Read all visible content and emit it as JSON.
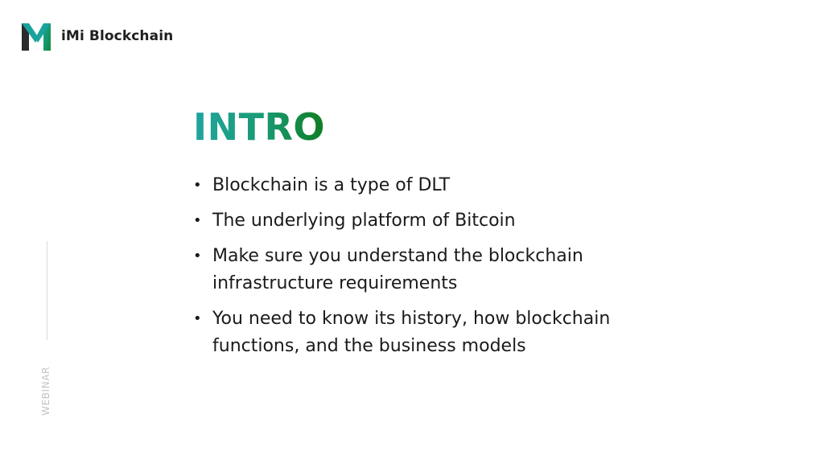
{
  "brand": {
    "name": "iMi Blockchain",
    "logo_icon": "imi-m-logo-icon",
    "colors": {
      "logo_dark": "#2b2b2b",
      "logo_teal": "#1aa39b",
      "logo_green": "#118a3a"
    }
  },
  "sidebar": {
    "label": "WEBINAR"
  },
  "slide": {
    "title": "INTRO",
    "title_gradient": [
      "#20a5a1",
      "#0f7d22"
    ],
    "bullets": [
      "Blockchain is a type of DLT",
      "The underlying platform of Bitcoin",
      "Make sure you understand the blockchain infrastructure requirements",
      "You need to know its history, how blockchain functions, and the business models"
    ]
  }
}
